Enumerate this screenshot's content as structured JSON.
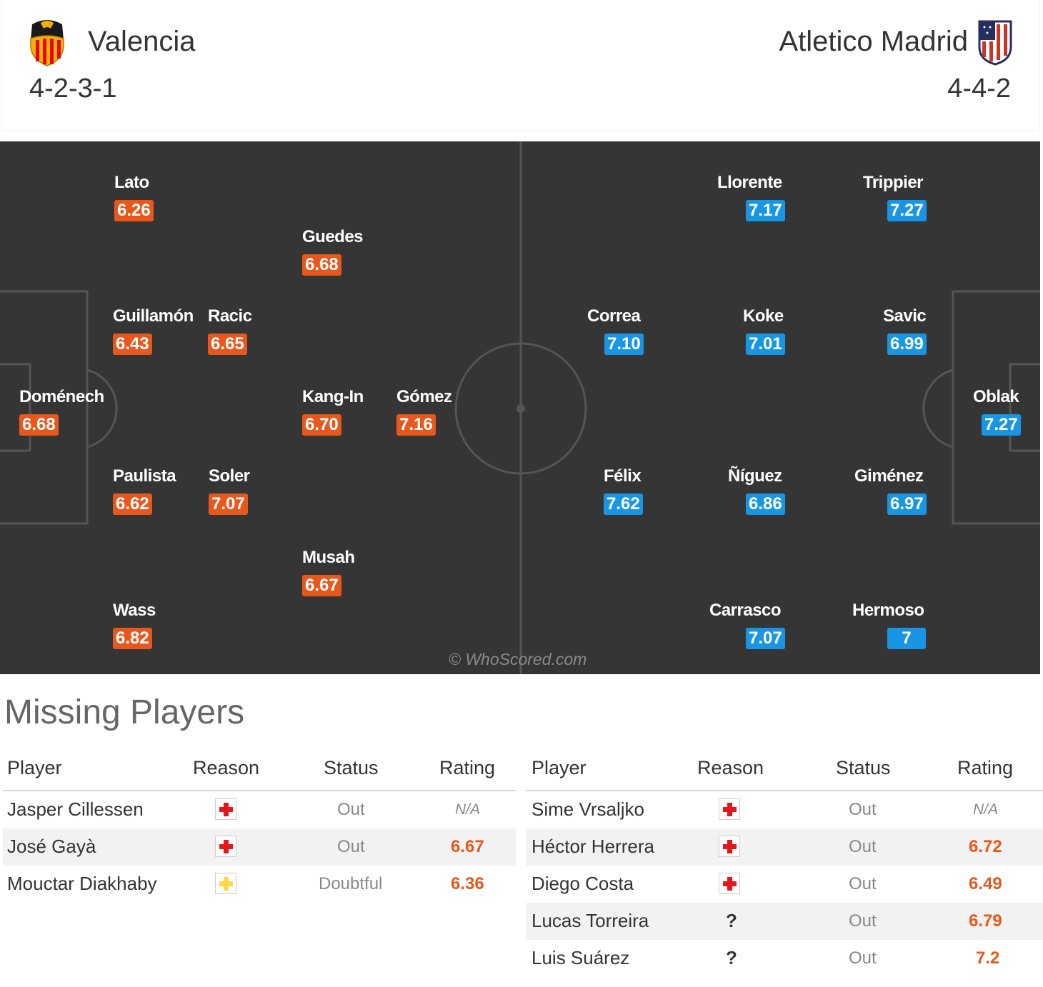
{
  "home": {
    "name": "Valencia",
    "formation": "4-2-3-1",
    "crest_icon": "valencia-bat-crest-icon",
    "colors": {
      "rating_bg": "#e8581c",
      "crest_yellow": "#f6b000",
      "crest_red": "#e30613"
    },
    "players": [
      {
        "name": "Lato",
        "rating": "6.26"
      },
      {
        "name": "Guedes",
        "rating": "6.68"
      },
      {
        "name": "Guillamón",
        "rating": "6.43"
      },
      {
        "name": "Racic",
        "rating": "6.65"
      },
      {
        "name": "Doménech",
        "rating": "6.68"
      },
      {
        "name": "Kang-In",
        "rating": "6.70"
      },
      {
        "name": "Gómez",
        "rating": "7.16"
      },
      {
        "name": "Paulista",
        "rating": "6.62"
      },
      {
        "name": "Soler",
        "rating": "7.07"
      },
      {
        "name": "Musah",
        "rating": "6.67"
      },
      {
        "name": "Wass",
        "rating": "6.82"
      }
    ]
  },
  "away": {
    "name": "Atletico Madrid",
    "formation": "4-4-2",
    "crest_icon": "atletico-madrid-crest-icon",
    "colors": {
      "rating_bg": "#1896e3",
      "crest_red": "#cb3524",
      "crest_navy": "#262e61"
    },
    "players": [
      {
        "name": "Llorente",
        "rating": "7.17"
      },
      {
        "name": "Trippier",
        "rating": "7.27"
      },
      {
        "name": "Correa",
        "rating": "7.10"
      },
      {
        "name": "Koke",
        "rating": "7.01"
      },
      {
        "name": "Savic",
        "rating": "6.99"
      },
      {
        "name": "Oblak",
        "rating": "7.27"
      },
      {
        "name": "Félix",
        "rating": "7.62"
      },
      {
        "name": "Ñíguez",
        "rating": "6.86"
      },
      {
        "name": "Giménez",
        "rating": "6.97"
      },
      {
        "name": "Carrasco",
        "rating": "7.07"
      },
      {
        "name": "Hermoso",
        "rating": "7"
      }
    ]
  },
  "pitch": {
    "background": "#353535",
    "line_color": "#555555",
    "watermark": "© WhoScored.com"
  },
  "missing": {
    "title": "Missing Players",
    "columns": [
      "Player",
      "Reason",
      "Status",
      "Rating"
    ],
    "home": [
      {
        "player": "Jasper Cillessen",
        "reason": "injury-icon",
        "status": "Out",
        "rating": "N/A"
      },
      {
        "player": "José Gayà",
        "reason": "injury-icon",
        "status": "Out",
        "rating": "6.67"
      },
      {
        "player": "Mouctar Diakhaby",
        "reason": "doubtful-icon",
        "status": "Doubtful",
        "rating": "6.36"
      }
    ],
    "away": [
      {
        "player": "Sime Vrsaljko",
        "reason": "injury-icon",
        "status": "Out",
        "rating": "N/A"
      },
      {
        "player": "Héctor Herrera",
        "reason": "injury-icon",
        "status": "Out",
        "rating": "6.72"
      },
      {
        "player": "Diego Costa",
        "reason": "injury-icon",
        "status": "Out",
        "rating": "6.49"
      },
      {
        "player": "Lucas Torreira",
        "reason": "?",
        "status": "Out",
        "rating": "6.79"
      },
      {
        "player": "Luis Suárez",
        "reason": "?",
        "status": "Out",
        "rating": "7.2"
      }
    ]
  }
}
